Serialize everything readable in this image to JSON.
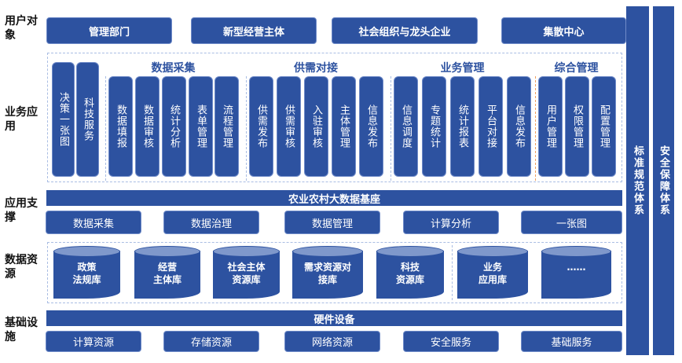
{
  "layers": {
    "users": "用户对象",
    "apps": "业务应用",
    "support": "应用支撑",
    "data": "数据资源",
    "infra": "基础设施"
  },
  "user_objects": [
    "管理部门",
    "新型经营主体",
    "社会组织与龙头企业",
    "集散中心"
  ],
  "standalone_apps": [
    "决策一张图",
    "科技服务"
  ],
  "app_groups": [
    {
      "title": "数据采集",
      "items": [
        "数据填报",
        "数据审核",
        "统计分析",
        "表单管理",
        "流程管理"
      ]
    },
    {
      "title": "供需对接",
      "items": [
        "供需发布",
        "供需审核",
        "入驻审核",
        "主体管理",
        "信息发布"
      ]
    },
    {
      "title": "业务管理",
      "items": [
        "信息调度",
        "专题统计",
        "统计报表",
        "平台对接",
        "信息发布"
      ]
    },
    {
      "title": "综合管理",
      "items": [
        "用户管理",
        "权限管理",
        "配置管理"
      ]
    }
  ],
  "support_base": "农业农村大数据基座",
  "support_items": [
    "数据采集",
    "数据治理",
    "数据管理",
    "计算分析",
    "一张图"
  ],
  "databases": [
    "政策\n法规库",
    "经营\n主体库",
    "社会主体\n资源库",
    "需求资源对\n接库",
    "科技\n资源库",
    "业务\n应用库",
    "……"
  ],
  "infra_base": "硬件设备",
  "infra_items": [
    "计算资源",
    "存储资源",
    "网络资源",
    "安全服务",
    "基础服务"
  ],
  "side": [
    "标准规范体系",
    "安全保障体系"
  ],
  "colors": {
    "primary": "#2d52a0",
    "cylinder_top": "#7f98cb",
    "frame": "#a9bde3",
    "divider_accent": "#f0a060"
  }
}
